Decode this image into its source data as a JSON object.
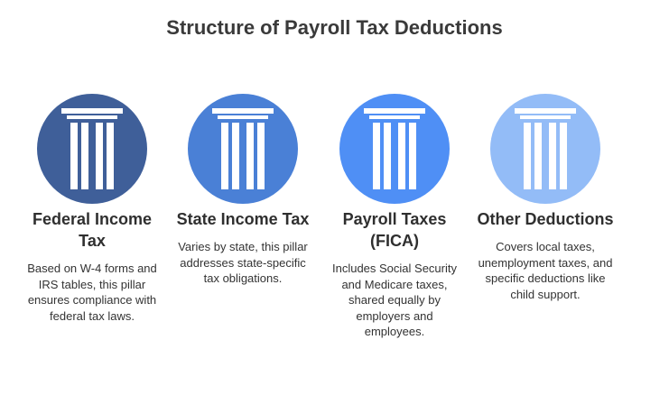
{
  "title": "Structure of Payroll Tax Deductions",
  "pillars": [
    {
      "icon": "column-icon",
      "color": "#3f5f99",
      "title": "Federal Income Tax",
      "description": "Based on W-4 forms and IRS tables, this pillar ensures compliance with federal tax laws."
    },
    {
      "icon": "column-icon",
      "color": "#4a80d6",
      "title": "State Income Tax",
      "description": "Varies by state, this pillar addresses state-specific tax obligations."
    },
    {
      "icon": "column-icon",
      "color": "#4f8ff5",
      "title": "Payroll Taxes (FICA)",
      "description": "Includes Social Security and Medicare taxes, shared equally by employers and employees."
    },
    {
      "icon": "column-icon",
      "color": "#93bcf7",
      "title": "Other Deductions",
      "description": "Covers local taxes, unemployment taxes, and specific deductions like child support."
    }
  ]
}
